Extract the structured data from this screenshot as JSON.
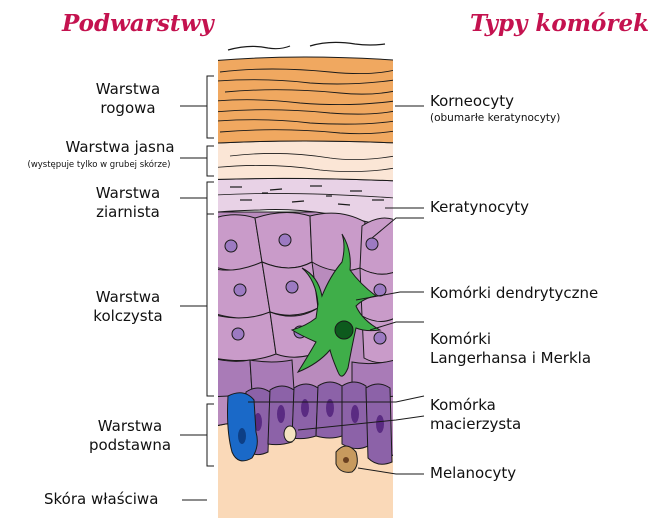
{
  "headings": {
    "left": "Podwarstwy",
    "right": "Typy komórek"
  },
  "layers": {
    "rogowa": [
      "Warstwa",
      "rogowa"
    ],
    "jasna": "Warstwa jasna",
    "jasna_note": "(występuje tylko w grubej skórze)",
    "ziarnista": [
      "Warstwa",
      "ziarnista"
    ],
    "kolczysta": [
      "Warstwa",
      "kolczysta"
    ],
    "podstawna": [
      "Warstwa",
      "podstawna"
    ],
    "skora": "Skóra właściwa"
  },
  "cells": {
    "korneocyty": "Korneocyty",
    "korneocyty_note": "(obumarłe keratynocyty)",
    "keratynocyty": "Keratynocyty",
    "dendrytyczne": "Komórki dendrytyczne",
    "langerhansa": [
      "Komórki",
      "Langerhansa i Merkla"
    ],
    "macierzysta": [
      "Komórka",
      "macierzysta"
    ],
    "melanocyty": "Melanocyty"
  },
  "colors": {
    "heading": "#c4124f",
    "stratum_corneum": "#f0a860",
    "stratum_lucidum": "#fbe6d6",
    "stratum_granulosum": "#e8d2e6",
    "spinous_cell": "#c99bc9",
    "basal_cell": "#8c62a8",
    "dendritic_cell": "#3fae49",
    "stem_cell_blue": "#1a69c8",
    "dermis": "#fad9b8",
    "melanocyte": "#c79a5e"
  }
}
